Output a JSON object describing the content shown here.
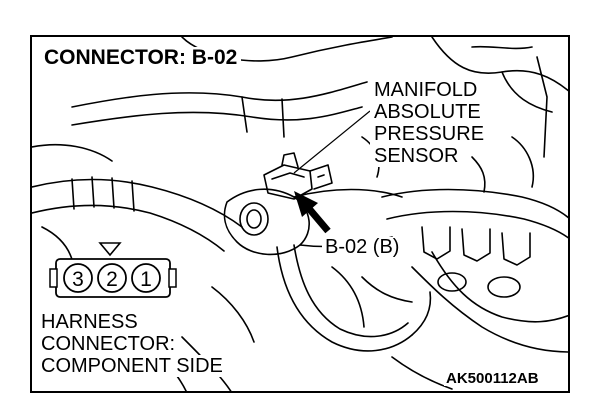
{
  "diagram": {
    "title": "CONNECTOR: B-02",
    "component_label_lines": [
      "MANIFOLD",
      "ABSOLUTE",
      "PRESSURE",
      "SENSOR"
    ],
    "connector_reference": "B-02 (B)",
    "harness_label_lines": [
      "HARNESS",
      "CONNECTOR:",
      "COMPONENT SIDE"
    ],
    "pin_numbers": [
      "3",
      "2",
      "1"
    ],
    "figure_code": "AK500112AB"
  }
}
